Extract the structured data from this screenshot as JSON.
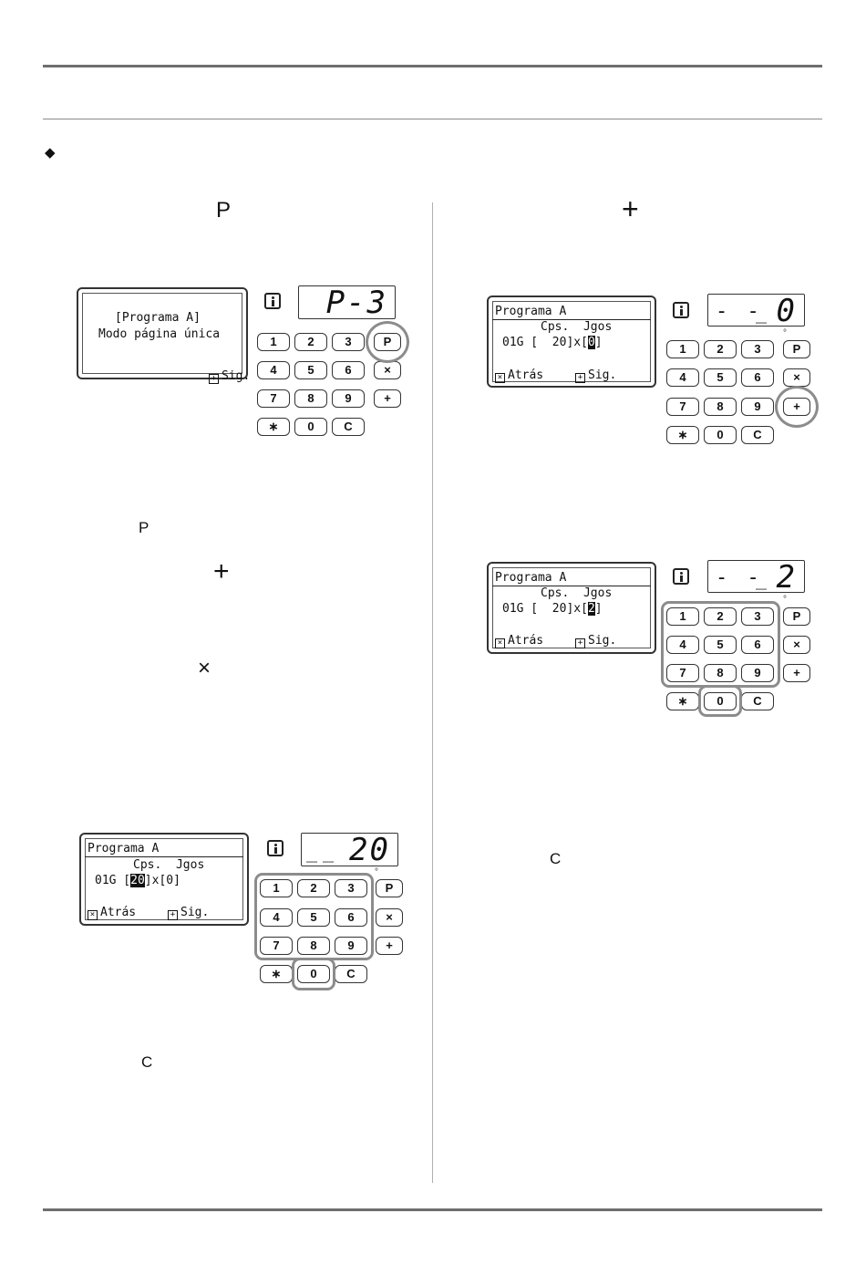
{
  "page": {
    "bullet": "◆"
  },
  "left": {
    "step1_key": "P",
    "note_p": "P",
    "note_plus": "+",
    "note_times": "×",
    "note_c": "C"
  },
  "right": {
    "step1_key": "+",
    "note_c": "C"
  },
  "panels": {
    "p1": {
      "line1": "[Programa A]",
      "line2": "Modo página única",
      "next_label": "Sig.",
      "display": "P-3"
    },
    "p2": {
      "title": "Programa A",
      "header": "Cps.  Jgos",
      "row_prefix": "01G [",
      "copies": "20",
      "mid": "]x[",
      "sets": "0",
      "row_suffix": "]",
      "back_label": "Atrás",
      "next_label": "Sig.",
      "display": "20"
    },
    "p3": {
      "title": "Programa A",
      "header": "Cps.  Jgos",
      "row_prefix": "01G [  ",
      "copies": "20",
      "mid": "]x",
      "sets": "0",
      "row_suffix": "]",
      "back_label": "Atrás",
      "next_label": "Sig.",
      "dashes": "- -",
      "display": "0"
    },
    "p4": {
      "title": "Programa A",
      "header": "Cps.  Jgos",
      "row_prefix": "01G [  ",
      "copies": "20",
      "mid": "]x",
      "sets": "2",
      "row_suffix": "]",
      "back_label": "Atrás",
      "next_label": "Sig.",
      "dashes": "- -",
      "display": "2"
    }
  },
  "keypad": {
    "row1": [
      "1",
      "2",
      "3",
      "P"
    ],
    "row2": [
      "4",
      "5",
      "6",
      "×"
    ],
    "row3": [
      "7",
      "8",
      "9",
      "+"
    ],
    "row4": [
      "∗",
      "0",
      "C"
    ]
  }
}
